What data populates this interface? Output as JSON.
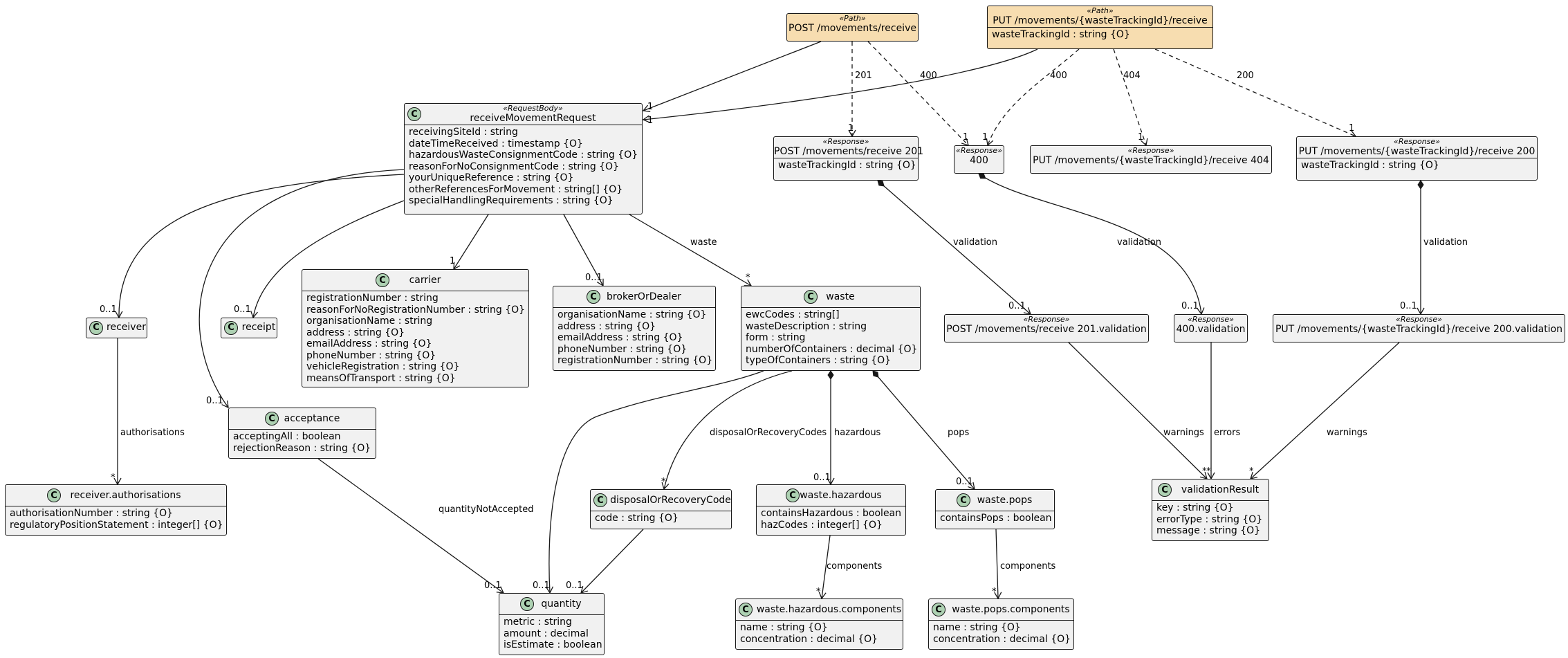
{
  "classes": {
    "post_path": {
      "stereotype": "«Path»",
      "name": "POST /movements/receive",
      "attrs": []
    },
    "put_path": {
      "stereotype": "«Path»",
      "name": "PUT /movements/{wasteTrackingId}/receive",
      "attrs": [
        "wasteTrackingId : string {O}"
      ]
    },
    "rmr": {
      "stereotype": "«RequestBody»",
      "name": "receiveMovementRequest",
      "attrs": [
        "receivingSiteId : string",
        "dateTimeReceived : timestamp {O}",
        "hazardousWasteConsignmentCode : string {O}",
        "reasonForNoConsignmentCode : string {O}",
        "yourUniqueReference : string {O}",
        "otherReferencesForMovement : string[] {O}",
        "specialHandlingRequirements : string {O}"
      ]
    },
    "post201": {
      "stereotype": "«Response»",
      "name": "POST /movements/receive 201",
      "attrs": [
        "wasteTrackingId : string {O}"
      ]
    },
    "r400": {
      "stereotype": "«Response»",
      "name": "400",
      "attrs": []
    },
    "put404": {
      "stereotype": "«Response»",
      "name": "PUT /movements/{wasteTrackingId}/receive 404",
      "attrs": []
    },
    "put200": {
      "stereotype": "«Response»",
      "name": "PUT /movements/{wasteTrackingId}/receive 200",
      "attrs": [
        "wasteTrackingId : string {O}"
      ]
    },
    "receiver": {
      "name": "receiver",
      "attrs": []
    },
    "receipt": {
      "name": "receipt",
      "attrs": []
    },
    "carrier": {
      "name": "carrier",
      "attrs": [
        "registrationNumber : string",
        "reasonForNoRegistrationNumber : string {O}",
        "organisationName : string",
        "address : string {O}",
        "emailAddress : string {O}",
        "phoneNumber : string {O}",
        "vehicleRegistration : string {O}",
        "meansOfTransport : string {O}"
      ]
    },
    "broker": {
      "name": "brokerOrDealer",
      "attrs": [
        "organisationName : string {O}",
        "address : string {O}",
        "emailAddress : string {O}",
        "phoneNumber : string {O}",
        "registrationNumber : string {O}"
      ]
    },
    "waste": {
      "name": "waste",
      "attrs": [
        "ewcCodes : string[]",
        "wasteDescription : string",
        "form : string",
        "numberOfContainers : decimal {O}",
        "typeOfContainers : string {O}"
      ]
    },
    "post201v": {
      "stereotype": "«Response»",
      "name": "POST /movements/receive 201.validation",
      "attrs": []
    },
    "r400v": {
      "stereotype": "«Response»",
      "name": "400.validation",
      "attrs": []
    },
    "put200v": {
      "stereotype": "«Response»",
      "name": "PUT /movements/{wasteTrackingId}/receive 200.validation",
      "attrs": []
    },
    "acceptance": {
      "name": "acceptance",
      "attrs": [
        "acceptingAll : boolean",
        "rejectionReason : string {O}"
      ]
    },
    "recauth": {
      "name": "receiver.authorisations",
      "attrs": [
        "authorisationNumber : string {O}",
        "regulatoryPositionStatement : integer[] {O}"
      ]
    },
    "drc": {
      "name": "disposalOrRecoveryCode",
      "attrs": [
        "code : string {O}"
      ]
    },
    "whaz": {
      "name": "waste.hazardous",
      "attrs": [
        "containsHazardous : boolean",
        "hazCodes : integer[] {O}"
      ]
    },
    "wpops": {
      "name": "waste.pops",
      "attrs": [
        "containsPops : boolean"
      ]
    },
    "vres": {
      "name": "validationResult",
      "attrs": [
        "key : string {O}",
        "errorType : string {O}",
        "message : string {O}"
      ]
    },
    "quantity": {
      "name": "quantity",
      "attrs": [
        "metric : string",
        "amount : decimal",
        "isEstimate : boolean"
      ]
    },
    "whazc": {
      "name": "waste.hazardous.components",
      "attrs": [
        "name : string {O}",
        "concentration : decimal {O}"
      ]
    },
    "wpopsc": {
      "name": "waste.pops.components",
      "attrs": [
        "name : string {O}",
        "concentration : decimal {O}"
      ]
    }
  },
  "relations": [
    {
      "from": "post_path",
      "to": "rmr",
      "style": "solid",
      "label": "",
      "mult": "1"
    },
    {
      "from": "put_path",
      "to": "rmr",
      "style": "solid",
      "label": "",
      "mult": "1"
    },
    {
      "from": "post_path",
      "to": "post201",
      "style": "dashed",
      "label": "201",
      "mult": "1"
    },
    {
      "from": "post_path",
      "to": "r400",
      "style": "dashed",
      "label": "400",
      "mult": "1"
    },
    {
      "from": "put_path",
      "to": "r400",
      "style": "dashed",
      "label": "400",
      "mult": "1"
    },
    {
      "from": "put_path",
      "to": "put404",
      "style": "dashed",
      "label": "404",
      "mult": "1"
    },
    {
      "from": "put_path",
      "to": "put200",
      "style": "dashed",
      "label": "200",
      "mult": "1"
    },
    {
      "from": "rmr",
      "to": "receiver",
      "style": "solid",
      "label": "",
      "mult": "0..1"
    },
    {
      "from": "rmr",
      "to": "acceptance",
      "style": "solid",
      "label": "",
      "mult": "0..1"
    },
    {
      "from": "rmr",
      "to": "receipt",
      "style": "solid",
      "label": "",
      "mult": "0..1"
    },
    {
      "from": "rmr",
      "to": "carrier",
      "style": "solid",
      "label": "",
      "mult": "1"
    },
    {
      "from": "rmr",
      "to": "broker",
      "style": "solid",
      "label": "",
      "mult": "0..1"
    },
    {
      "from": "rmr",
      "to": "waste",
      "style": "solid",
      "label": "waste",
      "mult": "*"
    },
    {
      "from": "post201",
      "to": "post201v",
      "style": "composition",
      "label": "validation",
      "mult": "0..1"
    },
    {
      "from": "r400",
      "to": "r400v",
      "style": "composition",
      "label": "validation",
      "mult": "0..1"
    },
    {
      "from": "put200",
      "to": "put200v",
      "style": "composition",
      "label": "validation",
      "mult": "0..1"
    },
    {
      "from": "receiver",
      "to": "recauth",
      "style": "solid",
      "label": "authorisations",
      "mult": "*"
    },
    {
      "from": "acceptance",
      "to": "quantity",
      "style": "solid",
      "label": "quantityNotAccepted",
      "mult": "0..1"
    },
    {
      "from": "waste",
      "to": "quantity",
      "style": "solid",
      "label": "",
      "mult": "0..1"
    },
    {
      "from": "waste",
      "to": "drc",
      "style": "solid",
      "label": "disposalOrRecoveryCodes",
      "mult": "*"
    },
    {
      "from": "waste",
      "to": "whaz",
      "style": "composition",
      "label": "hazardous",
      "mult": "0..1"
    },
    {
      "from": "waste",
      "to": "wpops",
      "style": "composition",
      "label": "pops",
      "mult": "0..1"
    },
    {
      "from": "drc",
      "to": "quantity",
      "style": "solid",
      "label": "",
      "mult": "0..1"
    },
    {
      "from": "whaz",
      "to": "whazc",
      "style": "solid",
      "label": "components",
      "mult": "*"
    },
    {
      "from": "wpops",
      "to": "wpopsc",
      "style": "solid",
      "label": "components",
      "mult": "*"
    },
    {
      "from": "post201v",
      "to": "vres",
      "style": "solid",
      "label": "warnings",
      "mult": "*"
    },
    {
      "from": "r400v",
      "to": "vres",
      "style": "solid",
      "label": "errors",
      "mult": "*"
    },
    {
      "from": "put200v",
      "to": "vres",
      "style": "solid",
      "label": "warnings",
      "mult": "*"
    }
  ]
}
